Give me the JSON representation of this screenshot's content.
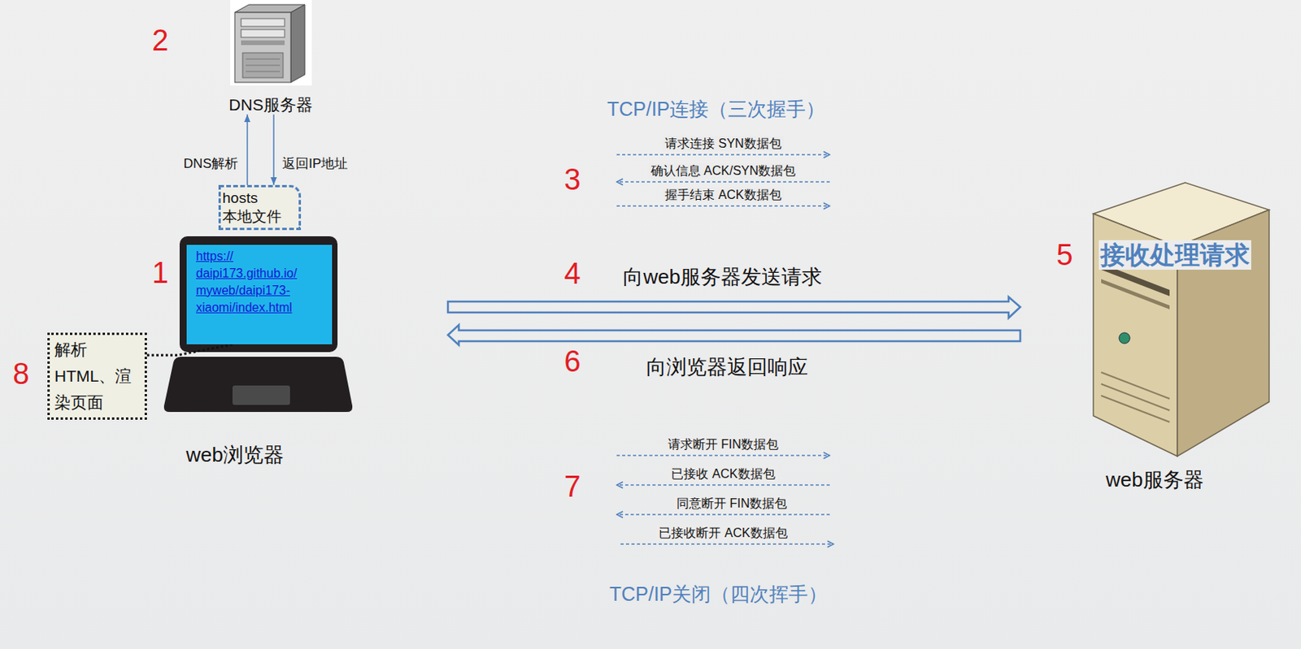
{
  "diagram": {
    "nodes": [
      {
        "text": [
          "DNS服务器"
        ]
      },
      {
        "text": [
          "hosts 本地文件"
        ]
      },
      {
        "text": [
          "web浏览器"
        ]
      },
      {
        "text": [
          "https://daipi173.github.io/myweb/daipi173-xiaomi/index.html"
        ],
        "in": 2
      },
      {
        "text": [
          "解析HTML、渲染页面"
        ]
      },
      {
        "text": [
          "接收处理请求",
          "web服务器"
        ]
      }
    ],
    "edges": [
      {
        "from": 1,
        "to": 0,
        "arrow": "to",
        "label": "DNS解析"
      },
      {
        "from": 0,
        "to": 1,
        "arrow": "to",
        "label": "返回IP地址"
      },
      {
        "from": 4,
        "to": 3,
        "arrow": "none"
      }
    ],
    "labels": [
      "2",
      "1",
      "8",
      "3",
      "TCP/IP连接（三次握手）",
      "请求连接 SYN数据包",
      "确认信息 ACK/SYN数据包",
      "握手结束 ACK数据包",
      "4",
      "向web服务器发送请求",
      "6",
      "向浏览器返回响应",
      "5",
      "请求断开 FIN数据包",
      "已接收 ACK数据包",
      "同意断开 FIN数据包",
      "已接收断开 ACK数据包",
      "7",
      "TCP/IP关闭（四次挥手）"
    ]
  }
}
